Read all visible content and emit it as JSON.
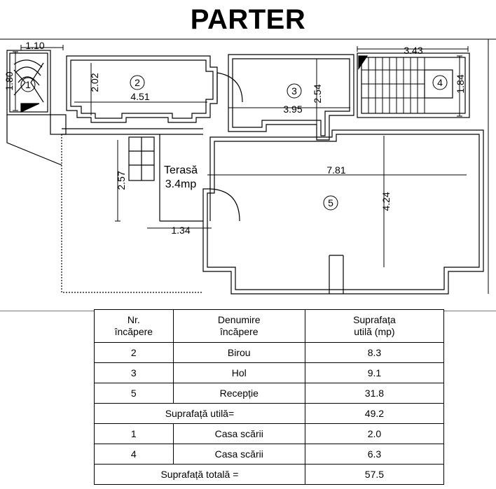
{
  "title": "PARTER",
  "rooms": [
    {
      "num": "1",
      "label": ""
    },
    {
      "num": "2",
      "label": ""
    },
    {
      "num": "3",
      "label": ""
    },
    {
      "num": "4",
      "label": ""
    },
    {
      "num": "5",
      "label": ""
    }
  ],
  "terrace": {
    "line1": "Terasă",
    "line2": "3.4mp"
  },
  "dimensions": {
    "d_1_10": "1.10",
    "d_1_80": "1.80",
    "d_2_02": "2.02",
    "d_4_51": "4.51",
    "d_2_54": "2.54",
    "d_3_95": "3.95",
    "d_3_43": "3.43",
    "d_1_84": "1.84",
    "d_2_57": "2.57",
    "d_1_34": "1.34",
    "d_7_81": "7.81",
    "d_4_24": "4.24"
  },
  "table": {
    "headers": [
      "Nr.\nîncăpere",
      "Denumire\nîncăpere",
      "Suprafața\nutilă (mp)"
    ],
    "rows": [
      {
        "nr": "2",
        "name": "Birou",
        "area": "8.3"
      },
      {
        "nr": "3",
        "name": "Hol",
        "area": "9.1"
      },
      {
        "nr": "5",
        "name": "Recepție",
        "area": "31.8"
      }
    ],
    "useful_total_label": "Suprafață utilă=",
    "useful_total_value": "49.2",
    "stair_rows": [
      {
        "nr": "1",
        "name": "Casa scării",
        "area": "2.0"
      },
      {
        "nr": "4",
        "name": "Casa scării",
        "area": "6.3"
      }
    ],
    "grand_total_label": "Suprafață totală =",
    "grand_total_value": "57.5"
  }
}
